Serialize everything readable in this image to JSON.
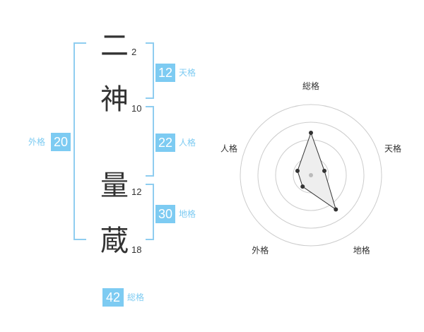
{
  "name": {
    "characters": [
      {
        "char": "二",
        "strokes": "2"
      },
      {
        "char": "神",
        "strokes": "10"
      },
      {
        "char": "量",
        "strokes": "12"
      },
      {
        "char": "蔵",
        "strokes": "18"
      }
    ]
  },
  "fortunes": {
    "tenkaku": {
      "label": "天格",
      "value": "12"
    },
    "jinkaku": {
      "label": "人格",
      "value": "22"
    },
    "chikaku": {
      "label": "地格",
      "value": "30"
    },
    "gaikaku": {
      "label": "外格",
      "value": "20"
    },
    "soukaku": {
      "label": "総格",
      "value": "42"
    }
  },
  "radar": {
    "axes": [
      "総格",
      "天格",
      "地格",
      "外格",
      "人格"
    ],
    "values": [
      3,
      1,
      3,
      1,
      1
    ],
    "max": 5,
    "colors": {
      "ring": "#cccccc",
      "fill": "#eeeeee",
      "line": "#333333",
      "center": "#bbbbbb"
    }
  },
  "colors": {
    "accent": "#7dcbf2",
    "text": "#333333"
  }
}
